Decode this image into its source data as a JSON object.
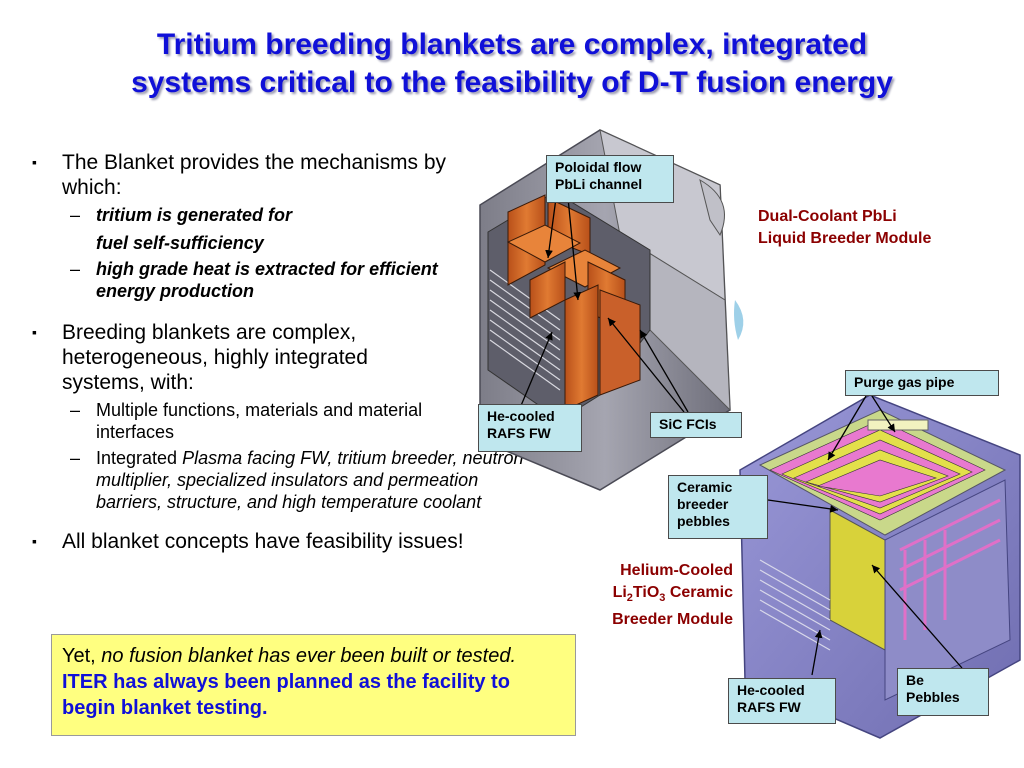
{
  "title": {
    "line1": "Tritium breeding blankets are complex, integrated",
    "line2": "systems critical to the feasibility of D-T fusion energy"
  },
  "bullets": {
    "b1": {
      "text": "The Blanket provides the mechanisms by which:",
      "sub1_line1": "tritium is generated for",
      "sub1_line2": "fuel self-sufficiency",
      "sub2": "high grade heat is extracted for efficient energy production"
    },
    "b2": {
      "text": "Breeding blankets are complex, heterogeneous, highly integrated systems, with:",
      "sub1": "Multiple functions, materials and material interfaces",
      "sub2_plain": "Integrated ",
      "sub2_italic": "Plasma facing FW, tritium breeder, neutron multiplier, specialized insulators and permeation barriers, structure, and high temperature coolant"
    },
    "b3": {
      "text": "All blanket concepts have feasibility issues!"
    }
  },
  "highlight_box": {
    "plain": "Yet, ",
    "italic": "no fusion blanket has ever been built or tested.",
    "blue": "ITER has always been planned as the facility to begin blanket testing."
  },
  "callouts": {
    "poloidal": "Poloidal flow PbLi channel",
    "he_fw_top": "He-cooled RAFS FW",
    "sic": "SiC FCIs",
    "purge": "Purge gas pipe",
    "ceramic": "Ceramic breeder pebbles",
    "he_fw_bottom": "He-cooled RAFS FW",
    "be": "Be Pebbles"
  },
  "module_labels": {
    "dcll_line1": "Dual-Coolant PbLi",
    "dcll_line2": "Liquid Breeder Module",
    "hccb_line1": "Helium-Cooled",
    "hccb_li": "Li",
    "hccb_sub2": "2",
    "hccb_ti": "TiO",
    "hccb_sub3": "3",
    "hccb_ceramic": " Ceramic",
    "hccb_line3": "Breeder Module"
  },
  "colors": {
    "title_blue": "#1010d8",
    "module_red": "#8b0000",
    "callout_bg": "#bfe7ee",
    "highlight_bg": "#ffff80",
    "pbli_orange": "#d4641e",
    "steel_gray": "#8c8c96",
    "purple_steel": "#8a88c8",
    "ceramic_yellow": "#dede3a",
    "magenta_plate": "#e070c8"
  },
  "bullet_glyph": "▪",
  "dash_glyph": "–"
}
